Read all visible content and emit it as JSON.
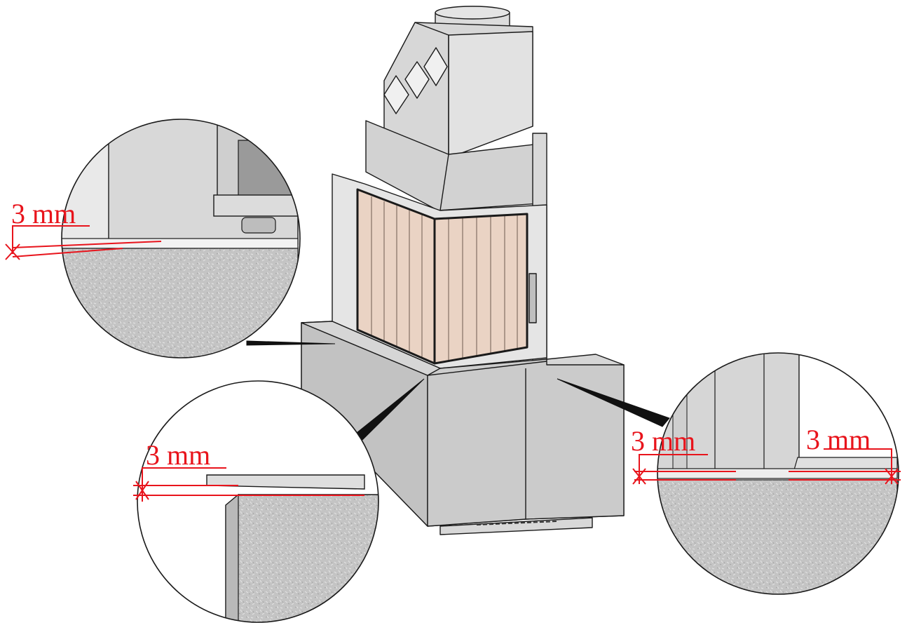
{
  "annotations": {
    "top_left_gap": "3 mm",
    "bottom_left_gap": "3 mm",
    "right_left_gap": "3 mm",
    "right_right_gap": "3 mm"
  },
  "colors": {
    "dimension": "#e8141c",
    "outline": "#1a1a1a",
    "stone": "#c9c9c9",
    "stone_dark": "#bdbdbd",
    "steel": "#d9d9d9",
    "steel_dark": "#b5b5b5",
    "firebrick": "#ead3c4"
  }
}
